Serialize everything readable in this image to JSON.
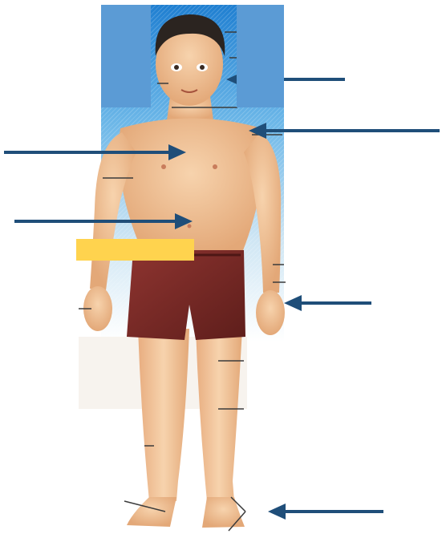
{
  "colors": {
    "arrow": "#1f4e79",
    "label_mask": "#5b9bd5",
    "highlight_box": "#ffd34e",
    "skin": "#f2c49b",
    "shorts": "#7a2a26",
    "hair": "#2b2420"
  },
  "arrows": [
    {
      "name": "arrow-eye",
      "points_to": "eye"
    },
    {
      "name": "arrow-shoulder",
      "points_to": "shoulder"
    },
    {
      "name": "arrow-chest",
      "points_to": "chest"
    },
    {
      "name": "arrow-abdomen",
      "points_to": "abdomen"
    },
    {
      "name": "arrow-hand",
      "points_to": "hand"
    },
    {
      "name": "arrow-foot",
      "points_to": "foot"
    }
  ]
}
